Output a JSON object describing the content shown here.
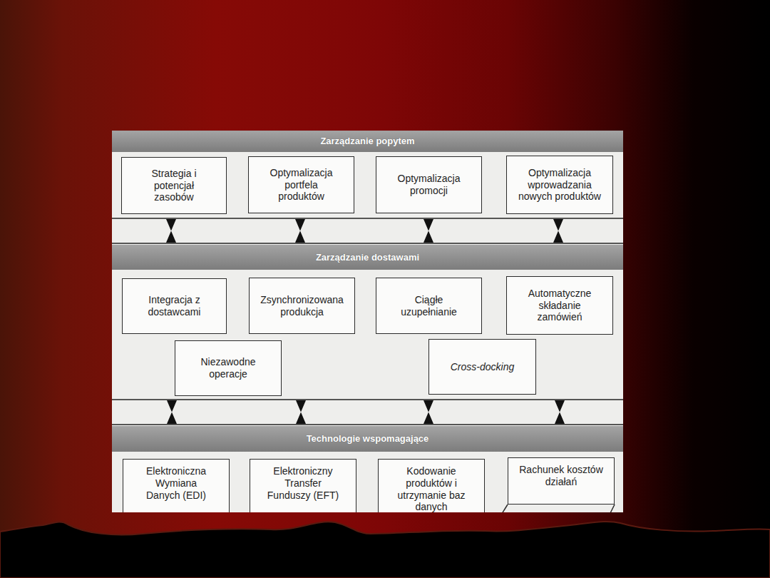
{
  "diagram": {
    "nodes": [
      {
        "text": [
          "Zarządzanie popytem"
        ]
      },
      {
        "text": [
          "Strategia i potencjał zasobów"
        ]
      },
      {
        "text": [
          "Optymalizacja portfela produktów"
        ]
      },
      {
        "text": [
          "Optymalizacja promocji"
        ]
      },
      {
        "text": [
          "Optymalizacja wprowadzania nowych produktów"
        ]
      },
      {
        "text": [
          "Zarządzanie dostawami"
        ]
      },
      {
        "text": [
          "Integracja z dostawcami"
        ]
      },
      {
        "text": [
          "Zsynchronizowana produkcja"
        ]
      },
      {
        "text": [
          "Ciągłe uzupełnianie"
        ]
      },
      {
        "text": [
          "Automatyczne składanie zamówień"
        ]
      },
      {
        "text": [
          "Niezawodne operacje"
        ]
      },
      {
        "text": [
          "Cross-docking"
        ]
      },
      {
        "text": [
          "Technologie wspomagające"
        ]
      },
      {
        "text": [
          "Elektroniczna Wymiana Danych (EDI)"
        ]
      },
      {
        "text": [
          "Elektroniczny Transfer Funduszy (EFT)"
        ]
      },
      {
        "text": [
          "Kodowanie produktów i utrzymanie baz danych"
        ]
      },
      {
        "text": [
          "Rachunek kosztów działań"
        ]
      }
    ]
  }
}
